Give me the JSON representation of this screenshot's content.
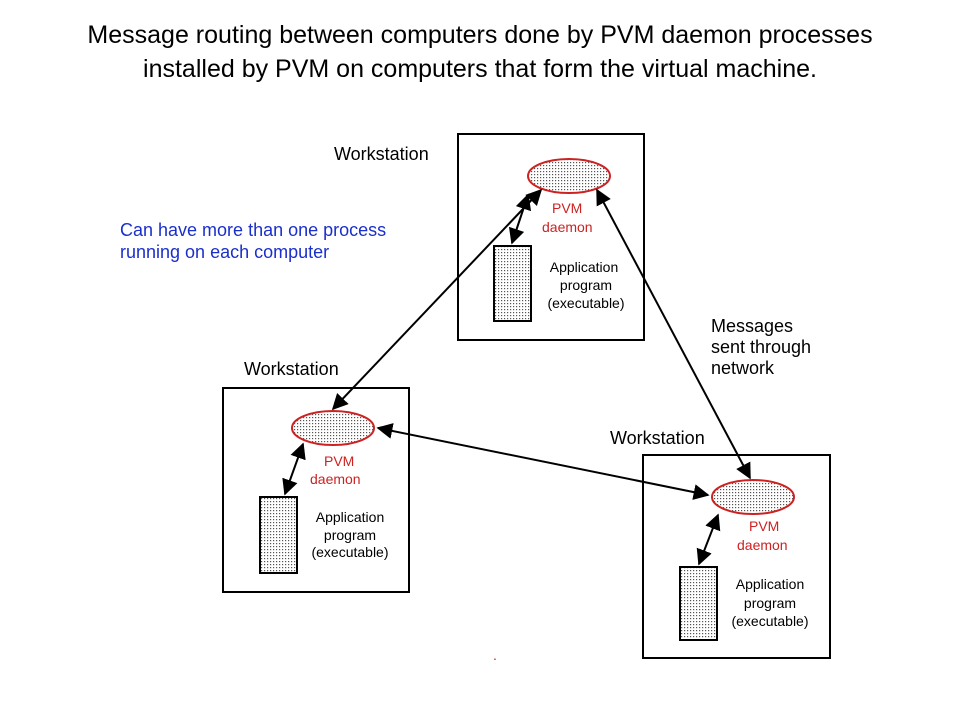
{
  "title": {
    "line1": "Message routing between computers done by PVM daemon processes",
    "line2": "installed by PVM on computers that form the virtual machine."
  },
  "colors": {
    "daemon_fill": "#ffffff",
    "daemon_stroke": "#cc2222",
    "daemon_text": "#cc2222",
    "note_text": "#1a2fcc",
    "ink": "#000000"
  },
  "note": {
    "line1": "Can have more than one process",
    "line2": "running on each computer"
  },
  "messages_label": {
    "line1": "Messages",
    "line2": "sent through",
    "line3": "network"
  },
  "dot": ".",
  "workstations": [
    {
      "label": "Workstation",
      "daemon": {
        "line1": "PVM",
        "line2": "daemon"
      },
      "app": {
        "line1": "Application",
        "line2": "program",
        "line3": "(executable)"
      }
    },
    {
      "label": "Workstation",
      "daemon": {
        "line1": "PVM",
        "line2": "daemon"
      },
      "app": {
        "line1": "Application",
        "line2": "program",
        "line3": "(executable)"
      }
    },
    {
      "label": "Workstation",
      "daemon": {
        "line1": "PVM",
        "line2": "daemon"
      },
      "app": {
        "line1": "Application",
        "line2": "program",
        "line3": "(executable)"
      }
    }
  ]
}
